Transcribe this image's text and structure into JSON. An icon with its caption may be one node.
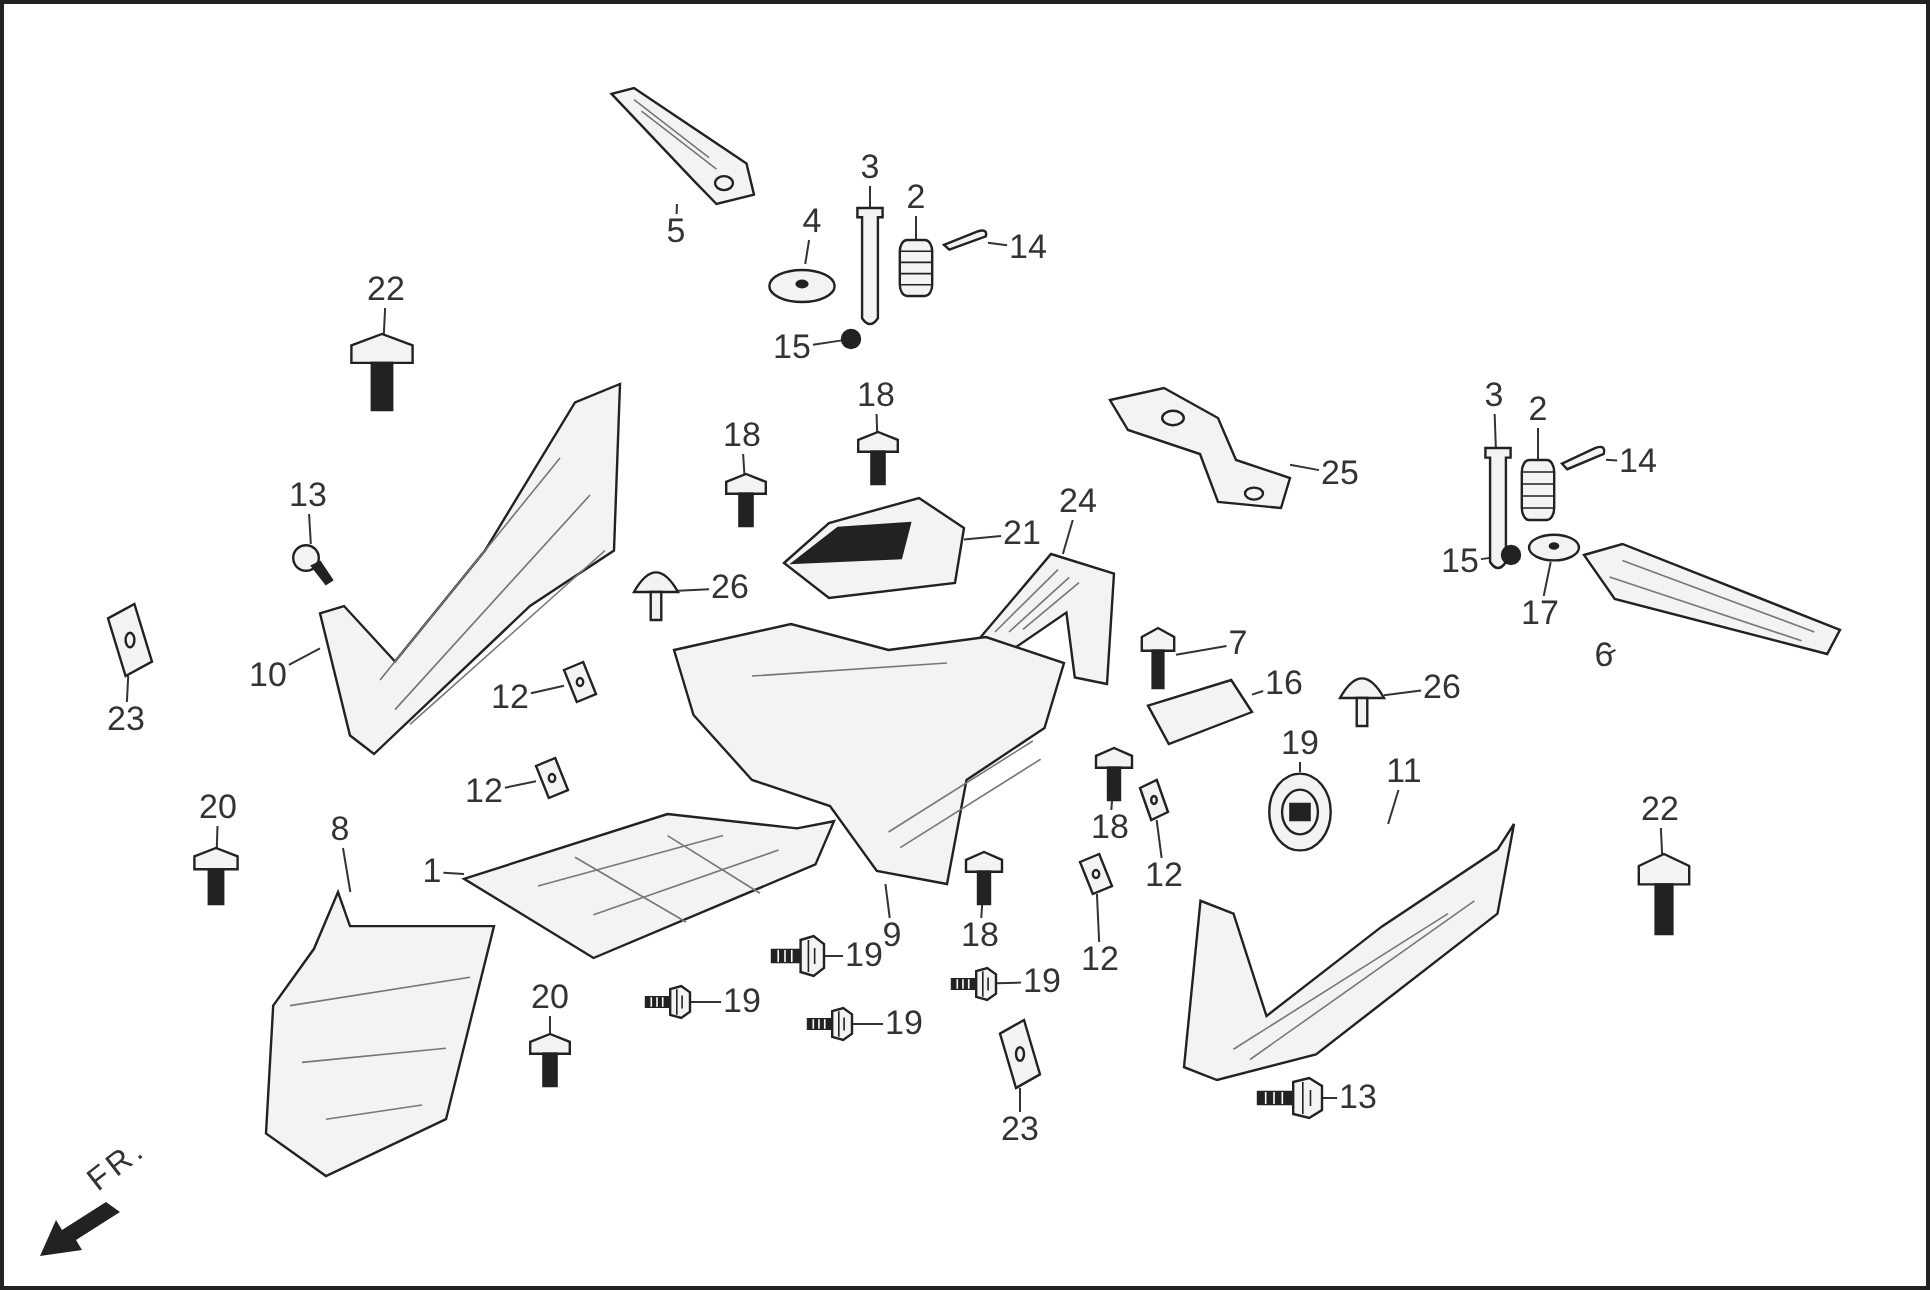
{
  "diagram": {
    "nodes": [
      {
        "text": [
          "5"
        ]
      },
      {
        "text": [],
        "shape": "picture"
      },
      {
        "text": [
          "4"
        ]
      },
      {
        "text": [],
        "shape": "picture"
      },
      {
        "text": [
          "3"
        ]
      },
      {
        "text": [],
        "shape": "picture"
      },
      {
        "text": [
          "2"
        ]
      },
      {
        "text": [],
        "shape": "picture"
      },
      {
        "text": [
          "14"
        ]
      },
      {
        "text": [],
        "shape": "picture"
      },
      {
        "text": [
          "15"
        ]
      },
      {
        "text": [],
        "shape": "circle"
      },
      {
        "text": [
          "22"
        ]
      },
      {
        "text": [],
        "shape": "picture"
      },
      {
        "text": [
          "18"
        ]
      },
      {
        "text": [],
        "shape": "picture"
      },
      {
        "text": [
          "18"
        ]
      },
      {
        "text": [],
        "shape": "picture"
      },
      {
        "text": [
          "25"
        ]
      },
      {
        "text": [],
        "shape": "picture"
      },
      {
        "text": [
          "3"
        ]
      },
      {
        "text": [],
        "shape": "picture"
      },
      {
        "text": [
          "2"
        ]
      },
      {
        "text": [],
        "shape": "picture"
      },
      {
        "text": [
          "14"
        ]
      },
      {
        "text": [],
        "shape": "picture"
      },
      {
        "text": [
          "15"
        ]
      },
      {
        "text": [],
        "shape": "circle"
      },
      {
        "text": [
          "17"
        ]
      },
      {
        "text": [],
        "shape": "picture"
      },
      {
        "text": [
          "6"
        ]
      },
      {
        "text": [],
        "shape": "picture"
      },
      {
        "text": [
          "21"
        ]
      },
      {
        "text": [],
        "shape": "picture"
      },
      {
        "text": [
          "24"
        ]
      },
      {
        "text": [],
        "shape": "picture"
      },
      {
        "text": [
          "13"
        ]
      },
      {
        "text": [],
        "shape": "picture"
      },
      {
        "text": [
          "26"
        ]
      },
      {
        "text": [],
        "shape": "picture"
      },
      {
        "text": [
          "23"
        ]
      },
      {
        "text": [],
        "shape": "picture"
      },
      {
        "text": [
          "10"
        ]
      },
      {
        "text": [],
        "shape": "picture"
      },
      {
        "text": [
          "7"
        ]
      },
      {
        "text": [],
        "shape": "picture"
      },
      {
        "text": [
          "16"
        ]
      },
      {
        "text": [],
        "shape": "picture"
      },
      {
        "text": [
          "26"
        ]
      },
      {
        "text": [],
        "shape": "picture"
      },
      {
        "text": [
          "12"
        ]
      },
      {
        "text": [],
        "shape": "picture"
      },
      {
        "text": [
          "12"
        ]
      },
      {
        "text": [],
        "shape": "picture"
      },
      {
        "text": [
          "9"
        ]
      },
      {
        "text": [],
        "shape": "picture"
      },
      {
        "text": [
          "19"
        ]
      },
      {
        "text": [],
        "shape": "picture"
      },
      {
        "text": [
          "18"
        ]
      },
      {
        "text": [],
        "shape": "picture"
      },
      {
        "text": [
          "12"
        ]
      },
      {
        "text": [],
        "shape": "picture"
      },
      {
        "text": [
          "20"
        ]
      },
      {
        "text": [],
        "shape": "picture"
      },
      {
        "text": [
          "8"
        ]
      },
      {
        "text": [],
        "shape": "picture"
      },
      {
        "text": [
          "22"
        ]
      },
      {
        "text": [],
        "shape": "picture"
      },
      {
        "text": [
          "11"
        ]
      },
      {
        "text": [],
        "shape": "picture"
      },
      {
        "text": [
          "1"
        ]
      },
      {
        "text": [],
        "shape": "picture"
      },
      {
        "text": [
          "18"
        ]
      },
      {
        "text": [],
        "shape": "picture"
      },
      {
        "text": [
          "12"
        ]
      },
      {
        "text": [],
        "shape": "picture"
      },
      {
        "text": [
          "19"
        ]
      },
      {
        "text": [],
        "shape": "picture"
      },
      {
        "text": [
          "19"
        ]
      },
      {
        "text": [],
        "shape": "picture"
      },
      {
        "text": [
          "19"
        ]
      },
      {
        "text": [],
        "shape": "picture"
      },
      {
        "text": [
          "19"
        ]
      },
      {
        "text": [],
        "shape": "picture"
      },
      {
        "text": [
          "20"
        ]
      },
      {
        "text": [],
        "shape": "picture"
      },
      {
        "text": [
          "23"
        ]
      },
      {
        "text": [],
        "shape": "picture"
      },
      {
        "text": [
          "13"
        ]
      },
      {
        "text": [],
        "shape": "picture"
      }
    ],
    "edges": [
      {
        "from": 0,
        "to": 1,
        "arrow": "none"
      },
      {
        "from": 2,
        "to": 3,
        "arrow": "none"
      },
      {
        "from": 4,
        "to": 5,
        "arrow": "none"
      },
      {
        "from": 6,
        "to": 7,
        "arrow": "none"
      },
      {
        "from": 8,
        "to": 9,
        "arrow": "none"
      },
      {
        "from": 10,
        "to": 11,
        "arrow": "none"
      },
      {
        "from": 12,
        "to": 13,
        "arrow": "none"
      },
      {
        "from": 14,
        "to": 15,
        "arrow": "none"
      },
      {
        "from": 16,
        "to": 17,
        "arrow": "none"
      },
      {
        "from": 18,
        "to": 19,
        "arrow": "none"
      },
      {
        "from": 20,
        "to": 21,
        "arrow": "none"
      },
      {
        "from": 22,
        "to": 23,
        "arrow": "none"
      },
      {
        "from": 24,
        "to": 25,
        "arrow": "none"
      },
      {
        "from": 26,
        "to": 27,
        "arrow": "none"
      },
      {
        "from": 28,
        "to": 29,
        "arrow": "none"
      },
      {
        "from": 30,
        "to": 31,
        "arrow": "none"
      },
      {
        "from": 32,
        "to": 33,
        "arrow": "none"
      },
      {
        "from": 34,
        "to": 35,
        "arrow": "none"
      },
      {
        "from": 36,
        "to": 37,
        "arrow": "none"
      },
      {
        "from": 38,
        "to": 39,
        "arrow": "none"
      },
      {
        "from": 40,
        "to": 41,
        "arrow": "none"
      },
      {
        "from": 42,
        "to": 43,
        "arrow": "none"
      },
      {
        "from": 44,
        "to": 45,
        "arrow": "none"
      },
      {
        "from": 46,
        "to": 47,
        "arrow": "none"
      },
      {
        "from": 48,
        "to": 49,
        "arrow": "none"
      },
      {
        "from": 50,
        "to": 51,
        "arrow": "none"
      },
      {
        "from": 52,
        "to": 53,
        "arrow": "none"
      },
      {
        "from": 54,
        "to": 55,
        "arrow": "none"
      },
      {
        "from": 56,
        "to": 57,
        "arrow": "none"
      },
      {
        "from": 58,
        "to": 59,
        "arrow": "none"
      },
      {
        "from": 60,
        "to": 61,
        "arrow": "none"
      },
      {
        "from": 62,
        "to": 63,
        "arrow": "none"
      },
      {
        "from": 64,
        "to": 65,
        "arrow": "none"
      },
      {
        "from": 66,
        "to": 67,
        "arrow": "none"
      },
      {
        "from": 68,
        "to": 69,
        "arrow": "none"
      },
      {
        "from": 70,
        "to": 71,
        "arrow": "none"
      },
      {
        "from": 72,
        "to": 73,
        "arrow": "none"
      },
      {
        "from": 74,
        "to": 75,
        "arrow": "none"
      },
      {
        "from": 76,
        "to": 77,
        "arrow": "none"
      },
      {
        "from": 78,
        "to": 79,
        "arrow": "none"
      },
      {
        "from": 80,
        "to": 81,
        "arrow": "none"
      },
      {
        "from": 82,
        "to": 83,
        "arrow": "none"
      },
      {
        "from": 84,
        "to": 85,
        "arrow": "none"
      },
      {
        "from": 86,
        "to": 87,
        "arrow": "none"
      },
      {
        "from": 88,
        "to": 89,
        "arrow": "none"
      }
    ],
    "labels": [
      "FR."
    ]
  }
}
